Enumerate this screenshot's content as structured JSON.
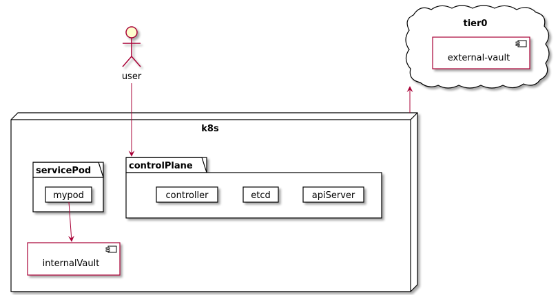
{
  "diagram": {
    "actor": {
      "label": "user",
      "icon": "stick-figure-icon"
    },
    "cloud": {
      "label": "tier0",
      "component": {
        "label": "external-vault",
        "icon": "component-icon"
      }
    },
    "node": {
      "label": "k8s",
      "packages": [
        {
          "label": "servicePod",
          "items": [
            "mypod"
          ]
        },
        {
          "label": "controlPlane",
          "items": [
            "controller",
            "etcd",
            "apiServer"
          ]
        }
      ],
      "component": {
        "label": "internalVault",
        "icon": "component-icon"
      }
    },
    "colors": {
      "border": "#000000",
      "arrow": "#A80036",
      "component_border": "#A80036",
      "actor_fill": "#FEFECE",
      "shadow": "#CCCCCC"
    }
  }
}
